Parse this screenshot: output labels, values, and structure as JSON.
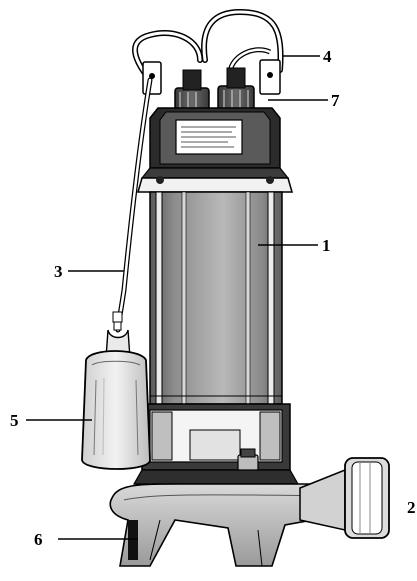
{
  "figure": {
    "type": "technical-illustration",
    "subject": "submersible-pump",
    "style": "black line drawing with gray shading"
  },
  "colors": {
    "line": "#000000",
    "shade_light": "#e6e6e6",
    "shade_mid": "#9a9a9a",
    "shade_dark": "#4a4a4a",
    "background": "#ffffff"
  },
  "callouts": [
    {
      "id": "callout-1",
      "label": "1",
      "part": "motor-housing"
    },
    {
      "id": "callout-2",
      "label": "2",
      "part": "discharge-outlet"
    },
    {
      "id": "callout-3",
      "label": "3",
      "part": "float-switch-cable"
    },
    {
      "id": "callout-4",
      "label": "4",
      "part": "carry-handle"
    },
    {
      "id": "callout-5",
      "label": "5",
      "part": "float-switch"
    },
    {
      "id": "callout-6",
      "label": "6",
      "part": "intake-base"
    },
    {
      "id": "callout-7",
      "label": "7",
      "part": "cable-glands"
    }
  ]
}
